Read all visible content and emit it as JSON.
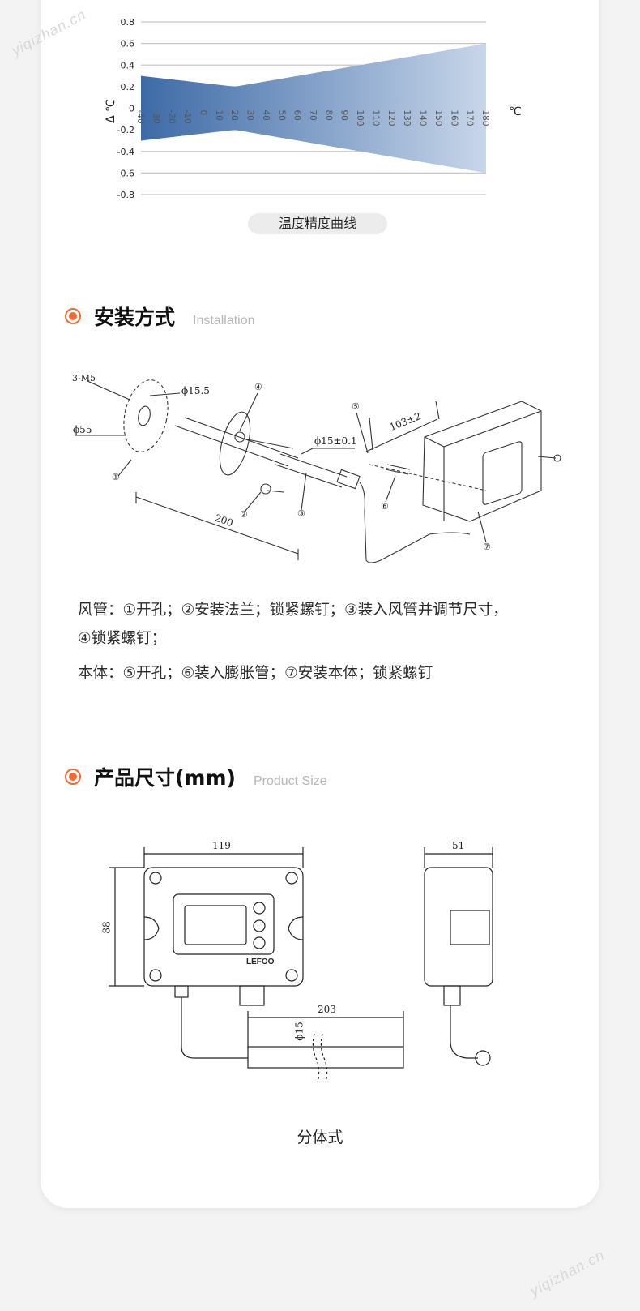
{
  "watermark": "yiqizhan.cn",
  "accuracy_chart": {
    "caption": "温度精度曲线",
    "y_axis_label": "Δ ℃",
    "x_unit": "℃"
  },
  "chart_data": {
    "type": "area",
    "title": "温度精度曲线",
    "xlabel": "℃",
    "ylabel": "Δ ℃",
    "x": [
      -40,
      -30,
      -20,
      -10,
      0,
      10,
      20,
      30,
      40,
      50,
      60,
      70,
      80,
      90,
      100,
      110,
      120,
      130,
      140,
      150,
      160,
      170,
      180
    ],
    "x_tick_labels": [
      "-40",
      "-30",
      "-20",
      "-10",
      "0",
      "10",
      "20",
      "30",
      "40",
      "50",
      "60",
      "70",
      "80",
      "90",
      "100",
      "110",
      "120",
      "130",
      "140",
      "150",
      "160",
      "170",
      "180"
    ],
    "y_tick_labels": [
      "0.8",
      "0.6",
      "0.4",
      "0.2",
      "0",
      "-0.2",
      "-0.4",
      "-0.6",
      "-0.8"
    ],
    "ylim": [
      -0.8,
      0.8
    ],
    "xlim": [
      -40,
      180
    ],
    "series": [
      {
        "values_upper": [
          [
            -40,
            0.3
          ],
          [
            20,
            0.2
          ],
          [
            180,
            0.6
          ]
        ],
        "values_lower": [
          [
            -40,
            -0.3
          ],
          [
            20,
            -0.2
          ],
          [
            180,
            -0.6
          ]
        ]
      }
    ],
    "grid": true,
    "colors": {
      "left": "#3d6aa6",
      "right": "#c8d6ea"
    }
  },
  "installation": {
    "title": "安装方式",
    "subtitle": "Installation",
    "diagram_labels": {
      "holes": "3-M5",
      "phi155": "ϕ15.5",
      "phi55": "ϕ55",
      "phi15": "ϕ15±0.1",
      "len200": "200",
      "dist": "103±2",
      "n1": "①",
      "n2": "②",
      "n3": "③",
      "n4": "④",
      "n5": "⑤",
      "n6": "⑥",
      "n7": "⑦"
    },
    "line1": "风管：①开孔；②安装法兰；锁紧螺钉；③装入风管并调节尺寸，",
    "line2": "④锁紧螺钉；",
    "line3": "本体：⑤开孔；⑥装入膨胀管；⑦安装本体；锁紧螺钉"
  },
  "size": {
    "title": "产品尺寸(mm)",
    "subtitle": "Product Size",
    "dims": {
      "w": "119",
      "h": "88",
      "d": "51",
      "probe_len": "203",
      "probe_dia": "ϕ15"
    },
    "brand": "LEFOO",
    "caption": "分体式"
  }
}
